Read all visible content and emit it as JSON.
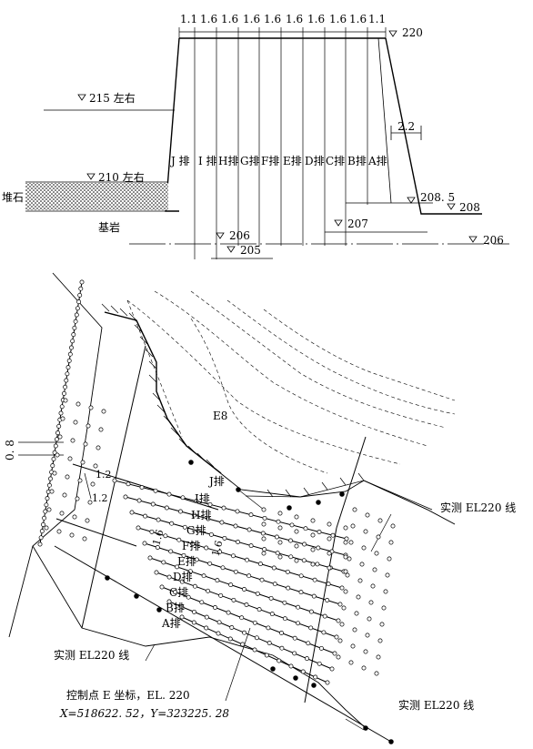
{
  "section": {
    "widths": [
      "1.1",
      "1.6",
      "1.6",
      "1.6",
      "1.6",
      "1.6",
      "1.6",
      "1.6",
      "1.6",
      "1.1"
    ],
    "row_labels": [
      "J 排",
      "I 排",
      "H排",
      "G排",
      "F排",
      "E排",
      "D排",
      "C排",
      "B排",
      "A排"
    ],
    "elev_220": "220",
    "elev_215": "215 左右",
    "elev_210": "210 左右",
    "elev_208_5": "208. 5",
    "elev_208": "208",
    "elev_207": "207",
    "elev_206_left": "206",
    "elev_206_right": "206",
    "elev_205": "205",
    "slope_width": "2.2",
    "rockfill": "堆石",
    "bedrock": "基岩"
  },
  "plan": {
    "contour_label": "E8",
    "row_labels": [
      "J排",
      "I排",
      "H排",
      "G排",
      "F排",
      "E排",
      "D排",
      "C排",
      "B排",
      "A排"
    ],
    "dim_08": "0. 8",
    "dim_12a": "1.2",
    "dim_12b": "1.2",
    "dim_16a": "1.6",
    "dim_16b": "1.6",
    "survey_line_1": "实测 EL220 线",
    "survey_line_2": "实测 EL220 线",
    "survey_line_3": "实测 EL220 线",
    "control_title": "控制点 E 坐标，EL. 220",
    "control_coords": "X=518622. 52，Y=323225. 28"
  }
}
